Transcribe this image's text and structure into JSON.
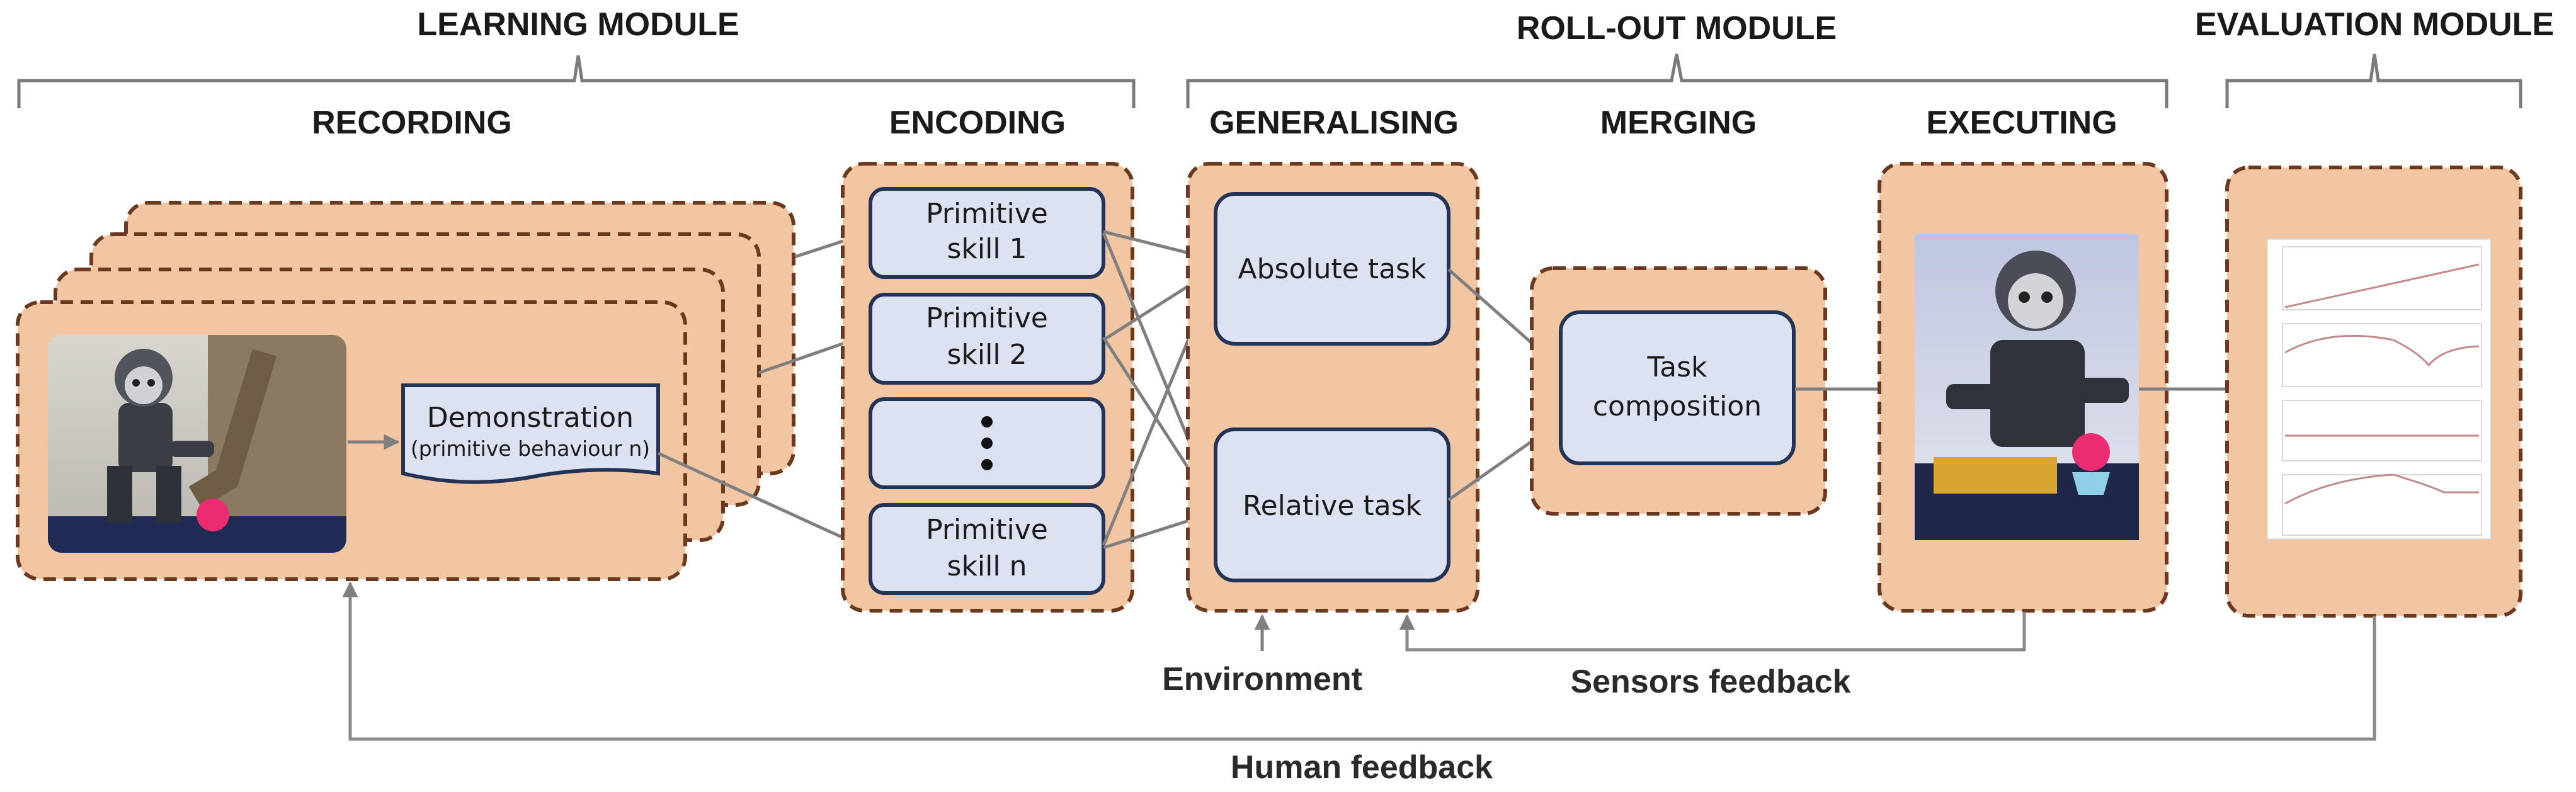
{
  "modules": {
    "learning": "LEARNING MODULE",
    "rollout": "ROLL-OUT MODULE",
    "evaluation": "EVALUATION MODULE"
  },
  "stages": {
    "recording": "RECORDING",
    "encoding": "ENCODING",
    "generalising": "GENERALISING",
    "merging": "MERGING",
    "executing": "EXECUTING"
  },
  "demonstration": {
    "title": "Demonstration",
    "subtitle": "(primitive behaviour  n)"
  },
  "primitives": {
    "skill1_a": "Primitive",
    "skill1_b": "skill 1",
    "skill2_a": "Primitive",
    "skill2_b": "skill 2",
    "skilln_a": "Primitive",
    "skilln_b": "skill n"
  },
  "tasks": {
    "absolute": "Absolute task",
    "relative": "Relative task",
    "composition_a": "Task",
    "composition_b": "composition"
  },
  "feedback": {
    "environment": "Environment",
    "sensors": "Sensors feedback",
    "human": "Human feedback"
  },
  "colors": {
    "panel_fill": "#f2c6a2",
    "panel_border": "#6b3a1e",
    "box_fill": "#dde2f2",
    "box_border": "#243457",
    "arrow": "#7f7f7f"
  }
}
